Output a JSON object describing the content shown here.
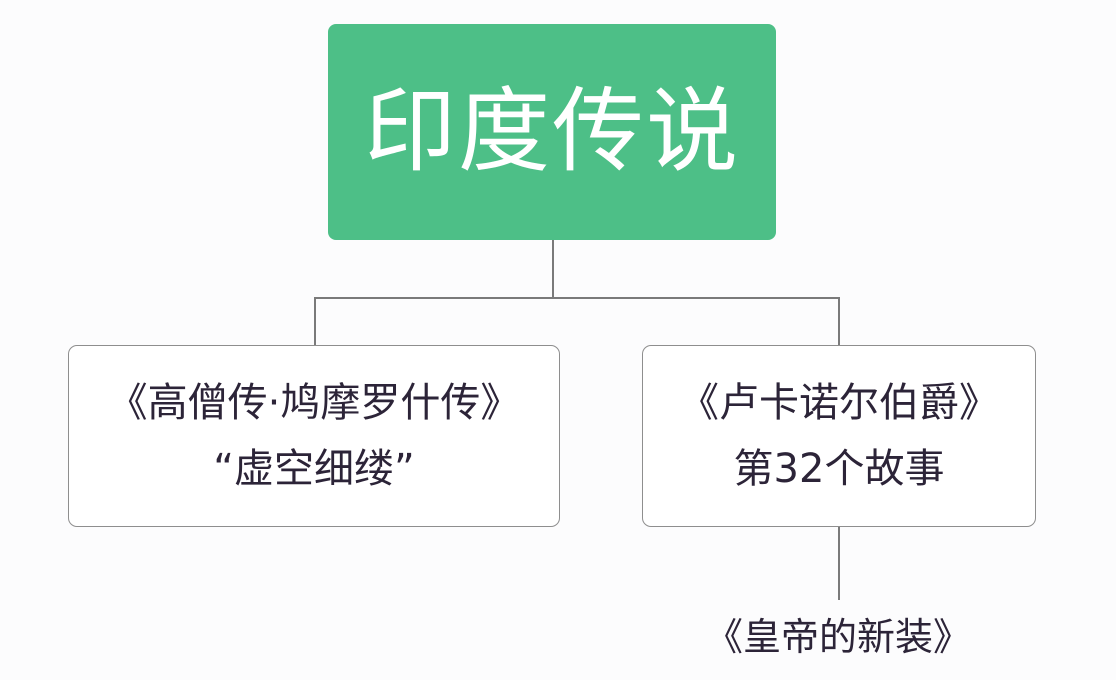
{
  "diagram": {
    "type": "tree",
    "colors": {
      "root_fill": "#4dbf87",
      "root_text": "#ffffff",
      "child_border": "#8e8e8e",
      "text": "#2c2438",
      "connector": "#7a7a7a"
    },
    "root": {
      "label": "印度传说"
    },
    "children": [
      {
        "line1": "《高僧传·鸠摩罗什传》",
        "line2": "“虚空细缕”"
      },
      {
        "line1": "《卢卡诺尔伯爵》",
        "line2": "第32个故事",
        "children": [
          {
            "label": "《皇帝的新装》"
          }
        ]
      }
    ]
  }
}
